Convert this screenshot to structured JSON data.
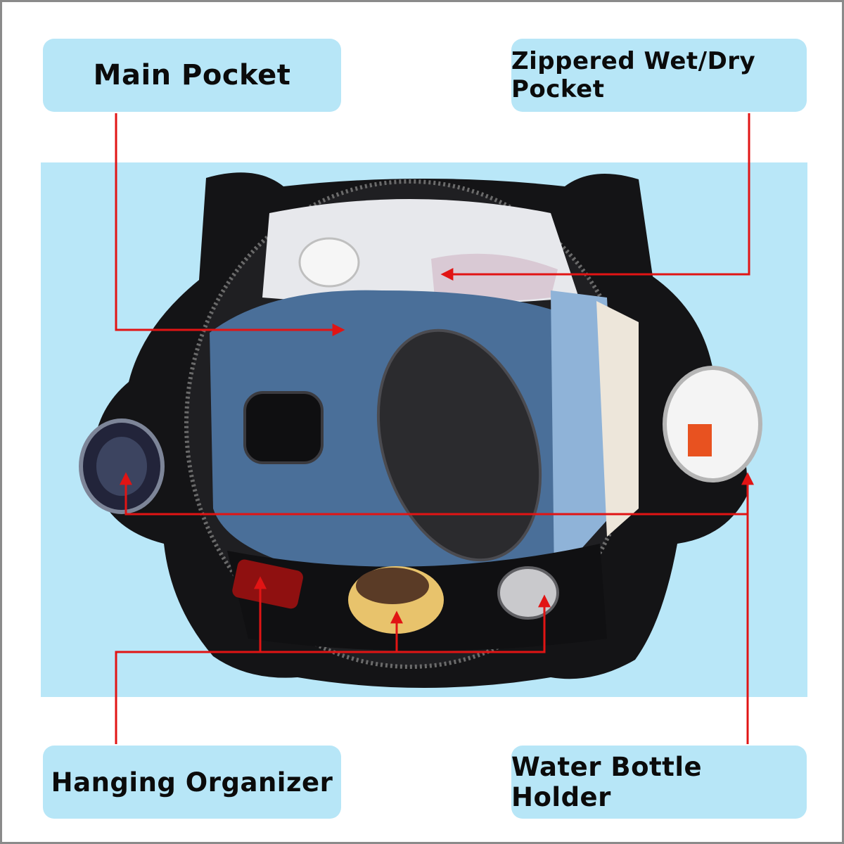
{
  "labels": {
    "main_pocket": "Main Pocket",
    "wet_dry_pocket": "Zippered Wet/Dry Pocket",
    "hanging_organizer": "Hanging Organizer",
    "water_bottle_holder": "Water Bottle Holder"
  },
  "colors": {
    "label_box": "#b7e6f7",
    "backdrop": "#b9e7f8",
    "arrow": "#e11414",
    "bag": "#141416"
  },
  "icons": {
    "arrow": "red-pointer-arrow"
  }
}
